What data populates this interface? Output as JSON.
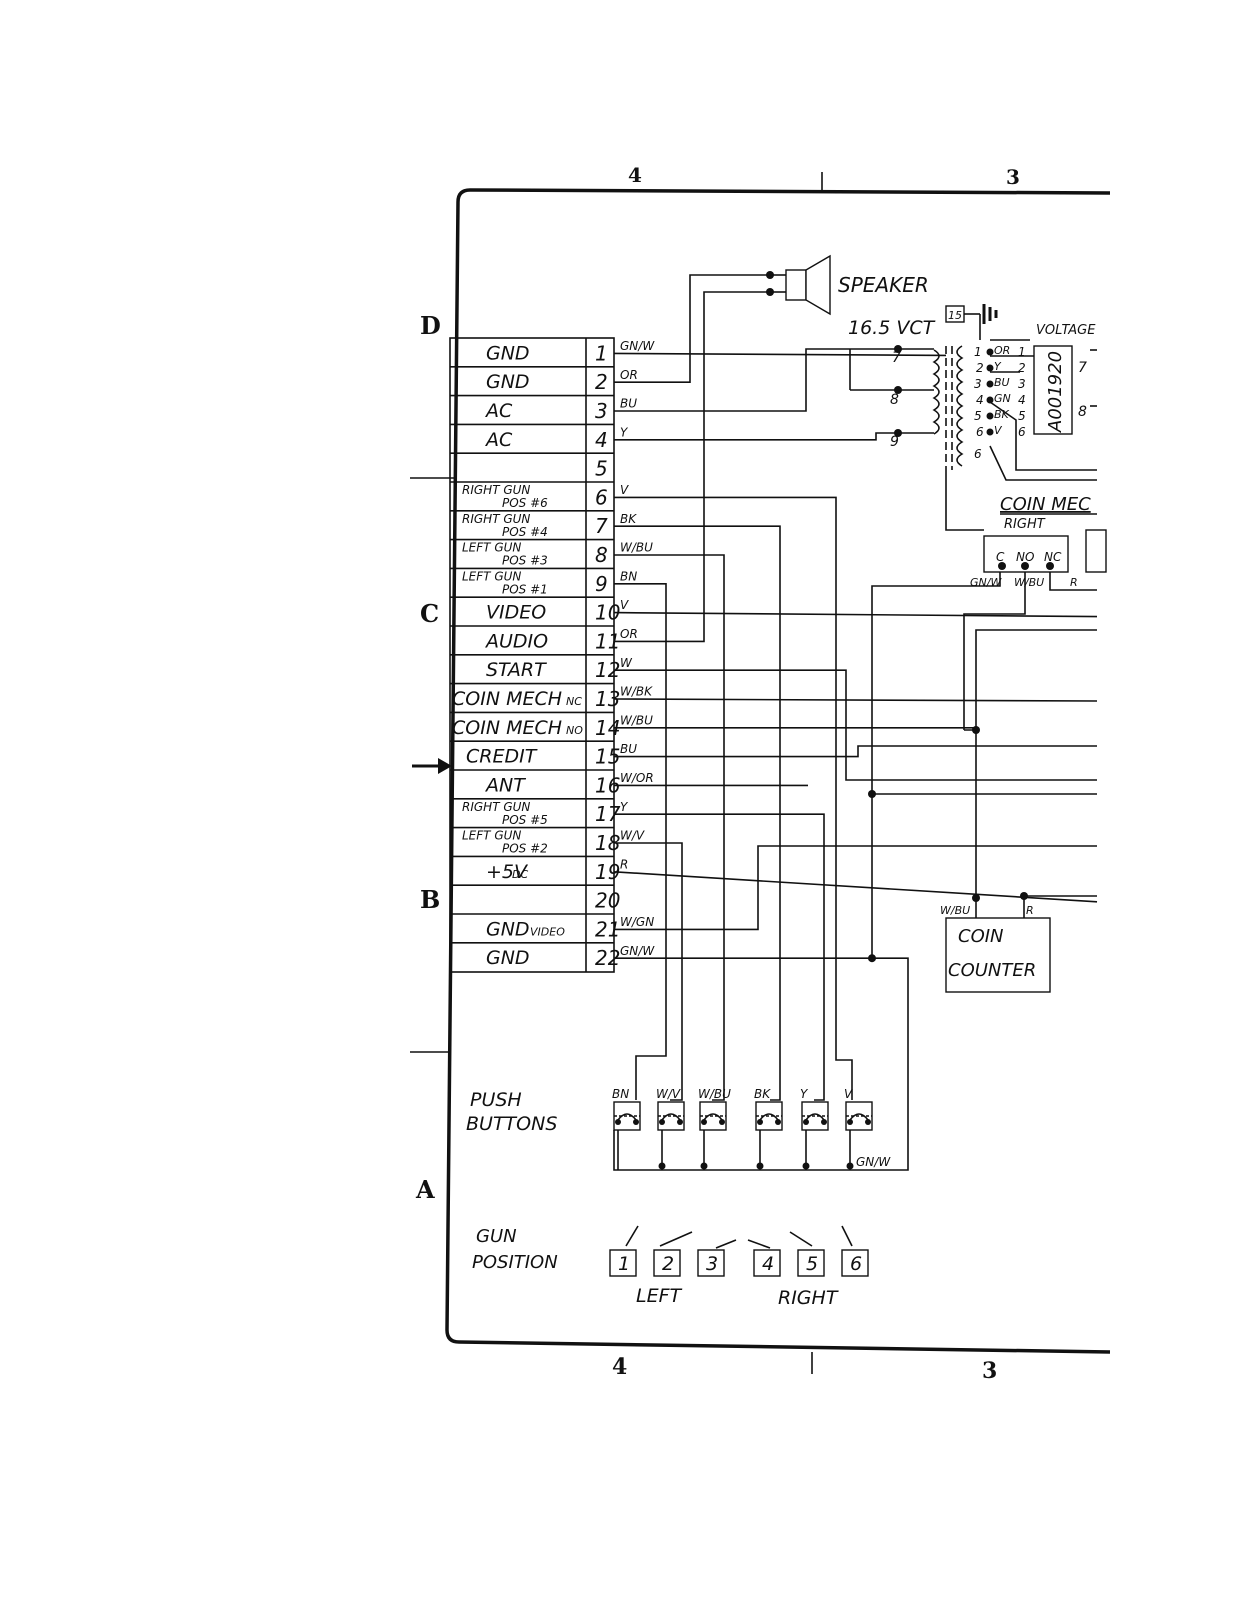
{
  "grid": {
    "top_cols": [
      "4",
      "3"
    ],
    "bottom_cols": [
      "4",
      "3"
    ],
    "rows": [
      "D",
      "C",
      "B",
      "A"
    ]
  },
  "connector": {
    "pins": [
      {
        "num": "1",
        "label": "GND",
        "sub": "",
        "wire": "GN/W"
      },
      {
        "num": "2",
        "label": "GND",
        "sub": "",
        "wire": "OR"
      },
      {
        "num": "3",
        "label": "AC",
        "sub": "",
        "wire": "BU"
      },
      {
        "num": "4",
        "label": "AC",
        "sub": "",
        "wire": "Y"
      },
      {
        "num": "5",
        "label": "",
        "sub": "",
        "wire": ""
      },
      {
        "num": "6",
        "label": "RIGHT GUN",
        "sub": "POS #6",
        "wire": "V"
      },
      {
        "num": "7",
        "label": "RIGHT GUN",
        "sub": "POS #4",
        "wire": "BK"
      },
      {
        "num": "8",
        "label": "LEFT GUN",
        "sub": "POS #3",
        "wire": "W/BU"
      },
      {
        "num": "9",
        "label": "LEFT GUN",
        "sub": "POS #1",
        "wire": "BN"
      },
      {
        "num": "10",
        "label": "VIDEO",
        "sub": "",
        "wire": "V"
      },
      {
        "num": "11",
        "label": "AUDIO",
        "sub": "",
        "wire": "OR"
      },
      {
        "num": "12",
        "label": "START",
        "sub": "",
        "wire": "W"
      },
      {
        "num": "13",
        "label": "COIN MECH",
        "sub": "NC",
        "wire": "W/BK"
      },
      {
        "num": "14",
        "label": "COIN MECH",
        "sub": "NO",
        "wire": "W/BU"
      },
      {
        "num": "15",
        "label": "CREDIT",
        "sub": "",
        "wire": "BU"
      },
      {
        "num": "16",
        "label": "ANT",
        "sub": "",
        "wire": "W/OR"
      },
      {
        "num": "17",
        "label": "RIGHT GUN",
        "sub": "POS #5",
        "wire": "Y"
      },
      {
        "num": "18",
        "label": "LEFT GUN",
        "sub": "POS #2",
        "wire": "W/V"
      },
      {
        "num": "19",
        "label": "+5V",
        "sub": "DC",
        "wire": "R"
      },
      {
        "num": "20",
        "label": "",
        "sub": "",
        "wire": ""
      },
      {
        "num": "21",
        "label": "GND",
        "sub": "VIDEO",
        "wire": "W/GN"
      },
      {
        "num": "22",
        "label": "GND",
        "sub": "",
        "wire": "GN/W"
      }
    ]
  },
  "speaker": {
    "label": "SPEAKER"
  },
  "transformer": {
    "label": "16.5 VCT",
    "fuse": "15",
    "taps": [
      "7",
      "8",
      "9"
    ],
    "primary_taps": [
      "1",
      "2",
      "3",
      "4",
      "5",
      "6"
    ],
    "primary_wires": [
      "OR",
      "Y",
      "BU",
      "GN",
      "BK",
      "V"
    ],
    "tap_numbers": [
      "1",
      "2",
      "3",
      "4",
      "5",
      "6"
    ]
  },
  "voltage_module": {
    "title": "VOLTAGE",
    "part": "A001920",
    "pin_a": "7",
    "pin_b": "8"
  },
  "coin_mech": {
    "title": "COIN MEC",
    "side": "RIGHT",
    "contacts": [
      "C",
      "NO",
      "NC"
    ],
    "wires": [
      "GN/W",
      "W/BU",
      "R"
    ]
  },
  "coin_counter": {
    "line1": "COIN",
    "line2": "COUNTER",
    "wire_a": "W/BU",
    "wire_b": "R"
  },
  "push_buttons": {
    "line1": "PUSH",
    "line2": "BUTTONS",
    "labels": [
      "BN",
      "W/V",
      "W/BU",
      "BK",
      "Y",
      "V"
    ],
    "common": "GN/W"
  },
  "gun_position": {
    "line1": "GUN",
    "line2": "POSITION",
    "numbers": [
      "1",
      "2",
      "3",
      "4",
      "5",
      "6"
    ],
    "left": "LEFT",
    "right": "RIGHT"
  }
}
